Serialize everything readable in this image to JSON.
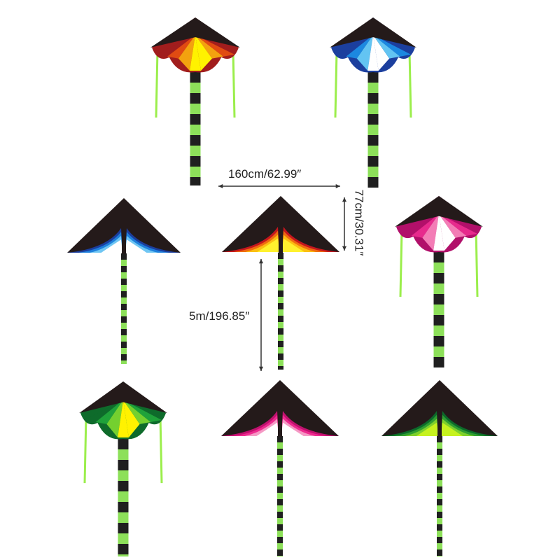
{
  "dimensions": {
    "width_label": "160cm/62.99″",
    "height_label": "77cm/30.31″",
    "tail_label": "5m/196.85″"
  },
  "colors": {
    "kite_black": "#241a1a",
    "tail_green": "#8de05a",
    "tail_black": "#1f1f1f",
    "streamer_green": "#9bee4c",
    "dimension_line": "#333333"
  },
  "kites": [
    {
      "name": "rainbow-diamond-kite",
      "style": "diamond",
      "colors": [
        "#a11d1d",
        "#e14b12",
        "#f3a20f",
        "#fff200"
      ]
    },
    {
      "name": "blue-diamond-kite",
      "style": "diamond",
      "colors": [
        "#1c3f9e",
        "#1c88e0",
        "#63c4f2",
        "#ffffff"
      ]
    },
    {
      "name": "blue-delta-kite",
      "style": "delta",
      "colors": [
        "#1b3d9c",
        "#1d7fdc",
        "#6fc6f3",
        "#ffffff"
      ]
    },
    {
      "name": "rainbow-delta-kite",
      "style": "delta",
      "colors": [
        "#c5161d",
        "#f06b10",
        "#fbbf12",
        "#fff22e"
      ]
    },
    {
      "name": "pink-diamond-kite",
      "style": "diamond",
      "colors": [
        "#b1106a",
        "#e72a8d",
        "#f37db6",
        "#ffffff"
      ]
    },
    {
      "name": "green-diamond-kite",
      "style": "diamond",
      "colors": [
        "#0e6b2b",
        "#1fa23a",
        "#74d02f",
        "#fff200"
      ]
    },
    {
      "name": "pink-delta-kite",
      "style": "delta",
      "colors": [
        "#c0116f",
        "#ee2a8f",
        "#f59ac5",
        "#ffffff"
      ]
    },
    {
      "name": "green-delta-kite",
      "style": "delta",
      "colors": [
        "#0c6a2a",
        "#2f9e31",
        "#7ed02c",
        "#c6f21e"
      ]
    }
  ]
}
